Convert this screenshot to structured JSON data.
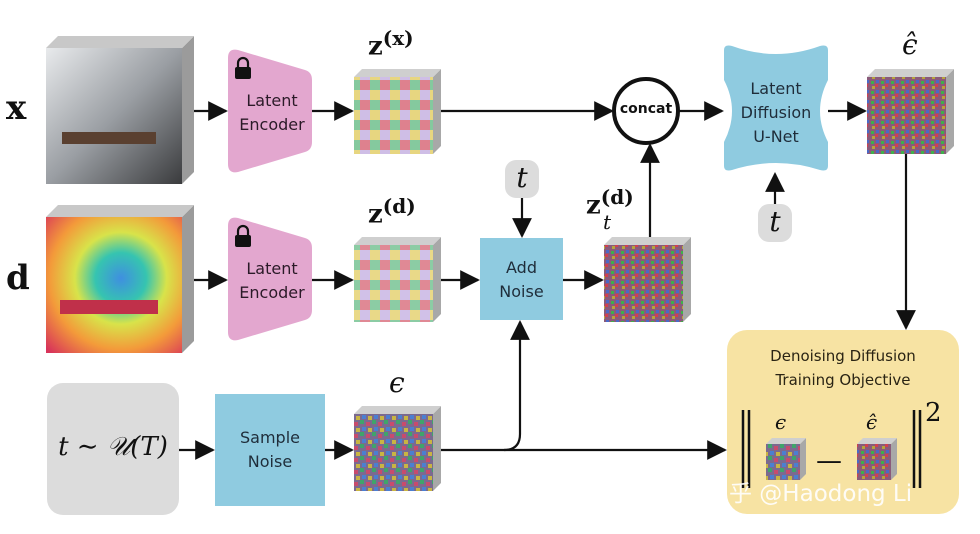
{
  "inputs": {
    "x_label": "x",
    "d_label": "d",
    "t_sample_label": "t ∼ 𝒰(T)"
  },
  "encoder_top": {
    "label_line1": "Latent",
    "label_line2": "Encoder",
    "icon": "lock-icon"
  },
  "encoder_bottom": {
    "label_line1": "Latent",
    "label_line2": "Encoder",
    "icon": "lock-icon"
  },
  "latents": {
    "zx_base": "z",
    "zx_sup": "(x)",
    "zd_base": "z",
    "zd_sup": "(d)",
    "ztd_base": "z",
    "ztd_sup": "(d)",
    "ztd_sub": "t",
    "eps": "ϵ",
    "eps_hat": "ϵ̂"
  },
  "add_noise": {
    "line1": "Add",
    "line2": "Noise"
  },
  "sample_noise": {
    "line1": "Sample",
    "line2": "Noise"
  },
  "concat": {
    "label": "concat"
  },
  "unet": {
    "line1": "Latent",
    "line2": "Diffusion",
    "line3": "U-Net"
  },
  "timestep_tokens": {
    "add_noise_t": "t",
    "unet_t": "t"
  },
  "objective": {
    "title_line1": "Denoising Diffusion",
    "title_line2": "Training Objective",
    "eps": "ϵ",
    "eps_hat": "ϵ̂",
    "minus": "—",
    "exponent": "2"
  },
  "watermark": "知乎 @Haodong Li",
  "colors": {
    "encoder_pink": "#e3a7cf",
    "box_blue": "#8fcbe0",
    "objective_yellow": "#f7e3a3",
    "t_box_gray": "#dcdcdc"
  }
}
